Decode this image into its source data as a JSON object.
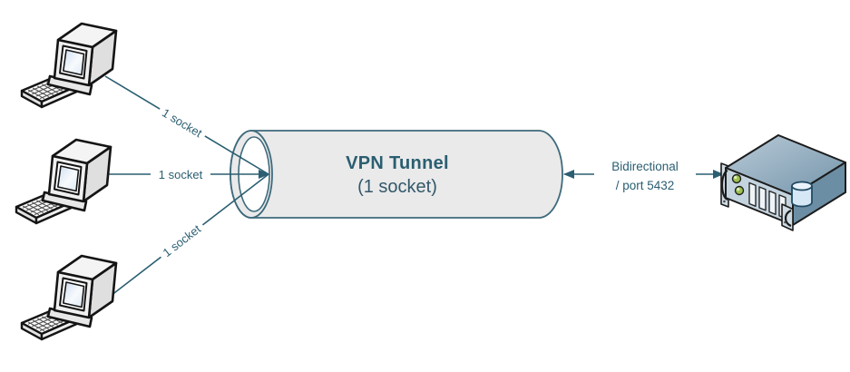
{
  "diagram": {
    "background": "#ffffff",
    "tunnel": {
      "title": "VPN Tunnel",
      "subtitle": "(1 socket)"
    },
    "connections": [
      {
        "from": "workstation-1",
        "to": "vpn-tunnel",
        "label": "1 socket"
      },
      {
        "from": "workstation-2",
        "to": "vpn-tunnel",
        "label": "1 socket"
      },
      {
        "from": "workstation-3",
        "to": "vpn-tunnel",
        "label": "1 socket"
      }
    ],
    "server_link": {
      "from": "vpn-tunnel",
      "to": "server",
      "direction": "bidirectional",
      "line1": "Bidirectional",
      "line2": "/ port 5432"
    },
    "nodes": {
      "clients_count": 3,
      "client_icon": "desktop-workstation-icon",
      "server_icon": "rack-server-database-icon"
    },
    "colors": {
      "accent": "#2b5e71",
      "subtitle_color": "#33586a",
      "tunnel_stroke": "#3e6a7c",
      "tunnel_fill": "#eaeaea",
      "led_green": "#9cc14b"
    }
  }
}
